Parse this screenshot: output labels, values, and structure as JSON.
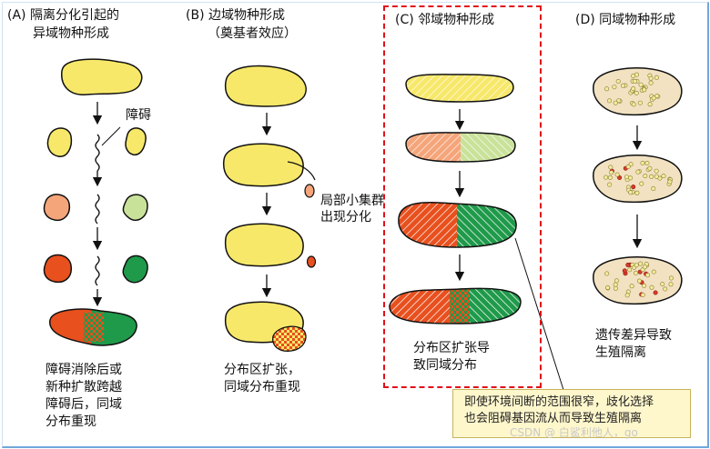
{
  "panels": [
    {
      "title1": "(A) 隔离分化引起的",
      "title2": "异域物种形成",
      "label": "障碍",
      "caption": [
        "障碍消除后或",
        "新种扩散跨越",
        "障碍后，同域",
        "分布重现"
      ]
    },
    {
      "title1": "(B) 边域物种形成",
      "title2": "（奠基者效应）",
      "label": [
        "局部小集群",
        "出现分化"
      ],
      "caption": [
        "分布区扩张，",
        "同域分布重现"
      ]
    },
    {
      "title1": "(C) 邻域物种形成",
      "caption": [
        "分布区扩张导",
        "致同域分布"
      ]
    },
    {
      "title1": "(D) 同域物种形成",
      "caption": [
        "遗传差异导致",
        "生殖隔离"
      ]
    }
  ],
  "callout": [
    "即使环境间断的范围很窄，歧化选择",
    "也会阻碍基因流从而导致生殖隔离"
  ],
  "watermark": "CSDN @ 白鲨利他人，go",
  "colors": {
    "yellow": "#f7e86a",
    "orange_light": "#f5a57a",
    "orange": "#e8501e",
    "green_light": "#c9e29a",
    "green": "#1f9a4a",
    "beige": "#f2e2c2",
    "red_dash": "#e0101a"
  }
}
